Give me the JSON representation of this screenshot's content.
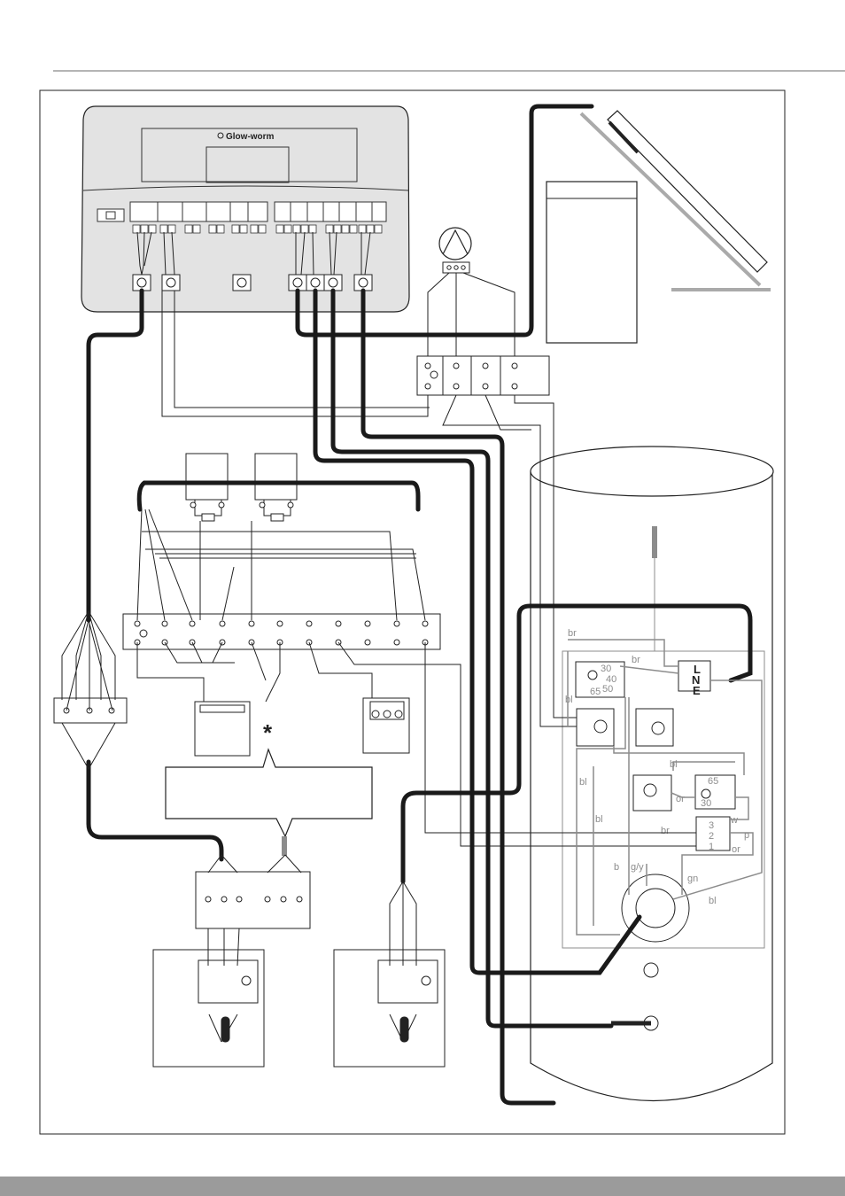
{
  "brand": {
    "logo_text": "Glow-worm"
  },
  "tank_labels": {
    "br_top": "br",
    "br_right": "br",
    "bl_left": "bl",
    "bl_mid": "bl",
    "bl_low": "bl",
    "bl_lower": "bl",
    "bl_right": "bl",
    "or_mid": "or",
    "or_low": "or",
    "w": "w",
    "p": "p",
    "br_low": "br",
    "b": "b",
    "g_y": "g/y",
    "gn": "gn"
  },
  "thermostat_dial_1": {
    "t30": "30",
    "t40": "40",
    "t50": "50",
    "t65": "65"
  },
  "thermostat_dial_2": {
    "t65": "65",
    "t30": "30"
  },
  "mains_block": {
    "L": "L",
    "N": "N",
    "E": "E"
  },
  "terminal_numbers": {
    "n3": "3",
    "n2": "2",
    "n1": "1"
  },
  "asterisk": "*",
  "colors": {
    "line": "#1a1a1a",
    "grey_wire": "#8c8c8c",
    "footer": "#9b9b9b"
  }
}
